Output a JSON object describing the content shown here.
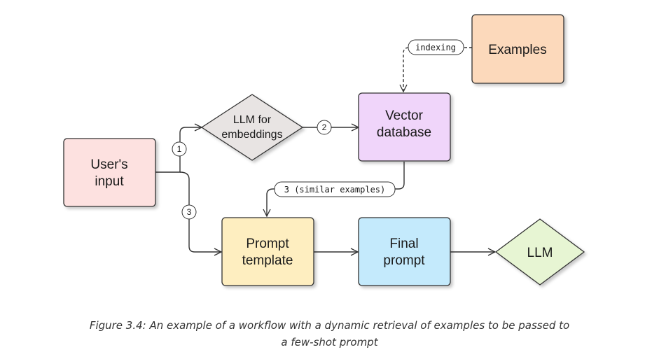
{
  "diagram": {
    "nodes": {
      "users_input": {
        "line1": "User's",
        "line2": "input",
        "color": "#fde1e0"
      },
      "llm_embeddings": {
        "line1": "LLM for",
        "line2": "embeddings",
        "color": "#e8e4e3"
      },
      "vector_db": {
        "line1": "Vector",
        "line2": "database",
        "color": "#f0d5fa"
      },
      "examples": {
        "line1": "Examples",
        "color": "#fcd9bb"
      },
      "prompt_template": {
        "line1": "Prompt",
        "line2": "template",
        "color": "#feeec0"
      },
      "final_prompt": {
        "line1": "Final",
        "line2": "prompt",
        "color": "#c4eafc"
      },
      "llm": {
        "line1": "LLM",
        "color": "#e7f5d3"
      }
    },
    "edge_labels": {
      "indexing": "indexing",
      "step1": "1",
      "step2": "2",
      "step3": "3",
      "similar": "3 (similar examples)"
    }
  },
  "caption": {
    "line1": "Figure 3.4: An example of a workflow with a dynamic retrieval of examples to be passed to",
    "line2": "a few-shot prompt"
  }
}
